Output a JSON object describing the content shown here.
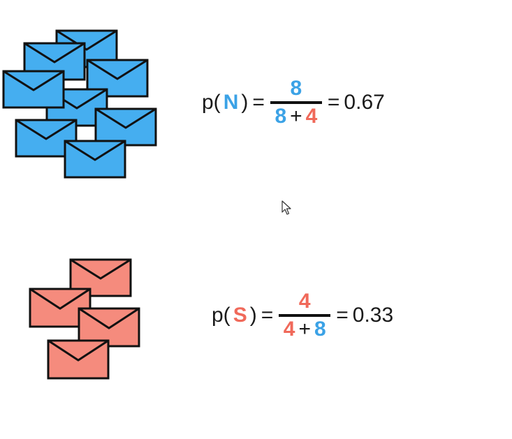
{
  "colors": {
    "normal": "#3ba2e6",
    "spam": "#f0695a",
    "normal_envelope_fill": "#45aef0",
    "spam_envelope_fill": "#f58b7d",
    "stroke": "#111111"
  },
  "normal": {
    "prob_prefix": "p(",
    "letter": "N",
    "prob_suffix": ")",
    "eq1": "=",
    "numerator": "8",
    "den_a": "8",
    "plus": "+",
    "den_b": "4",
    "eq2": "=",
    "result": "0.67"
  },
  "spam": {
    "prob_prefix": "p(",
    "letter": "S",
    "prob_suffix": ")",
    "eq1": "=",
    "numerator": "4",
    "den_a": "4",
    "plus": "+",
    "den_b": "8",
    "eq2": "=",
    "result": "0.33"
  },
  "icons": {
    "normal_envelope": "envelope-icon",
    "spam_envelope": "envelope-icon",
    "cursor": "mouse-pointer-icon"
  }
}
